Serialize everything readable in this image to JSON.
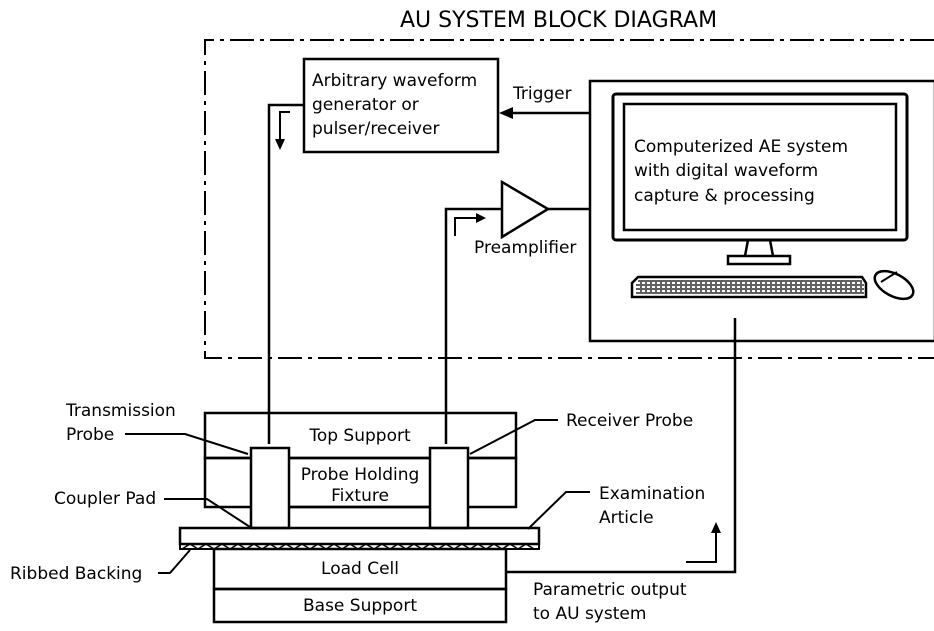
{
  "title": "AU SYSTEM BLOCK DIAGRAM",
  "generator": {
    "lines": [
      "Arbitrary waveform",
      "generator or",
      "pulser/receiver"
    ]
  },
  "trigger_label": "Trigger",
  "computer": {
    "lines": [
      "Computerized AE system",
      "with digital waveform",
      "capture & processing"
    ]
  },
  "preamp_label": "Preamplifier",
  "top_support_label": "Top Support",
  "fixture": {
    "lines": [
      "Probe Holding",
      "Fixture"
    ]
  },
  "load_cell_label": "Load Cell",
  "base_support_label": "Base Support",
  "callouts": {
    "transmission_probe": [
      "Transmission",
      "Probe"
    ],
    "receiver_probe": "Receiver Probe",
    "coupler_pad": "Coupler Pad",
    "examination_article": [
      "Examination",
      "Article"
    ],
    "ribbed_backing": "Ribbed Backing",
    "parametric_output": [
      "Parametric output",
      "to AU system"
    ]
  },
  "icons": [
    "monitor-icon",
    "keyboard-icon",
    "mouse-icon",
    "amplifier-triangle-icon"
  ]
}
